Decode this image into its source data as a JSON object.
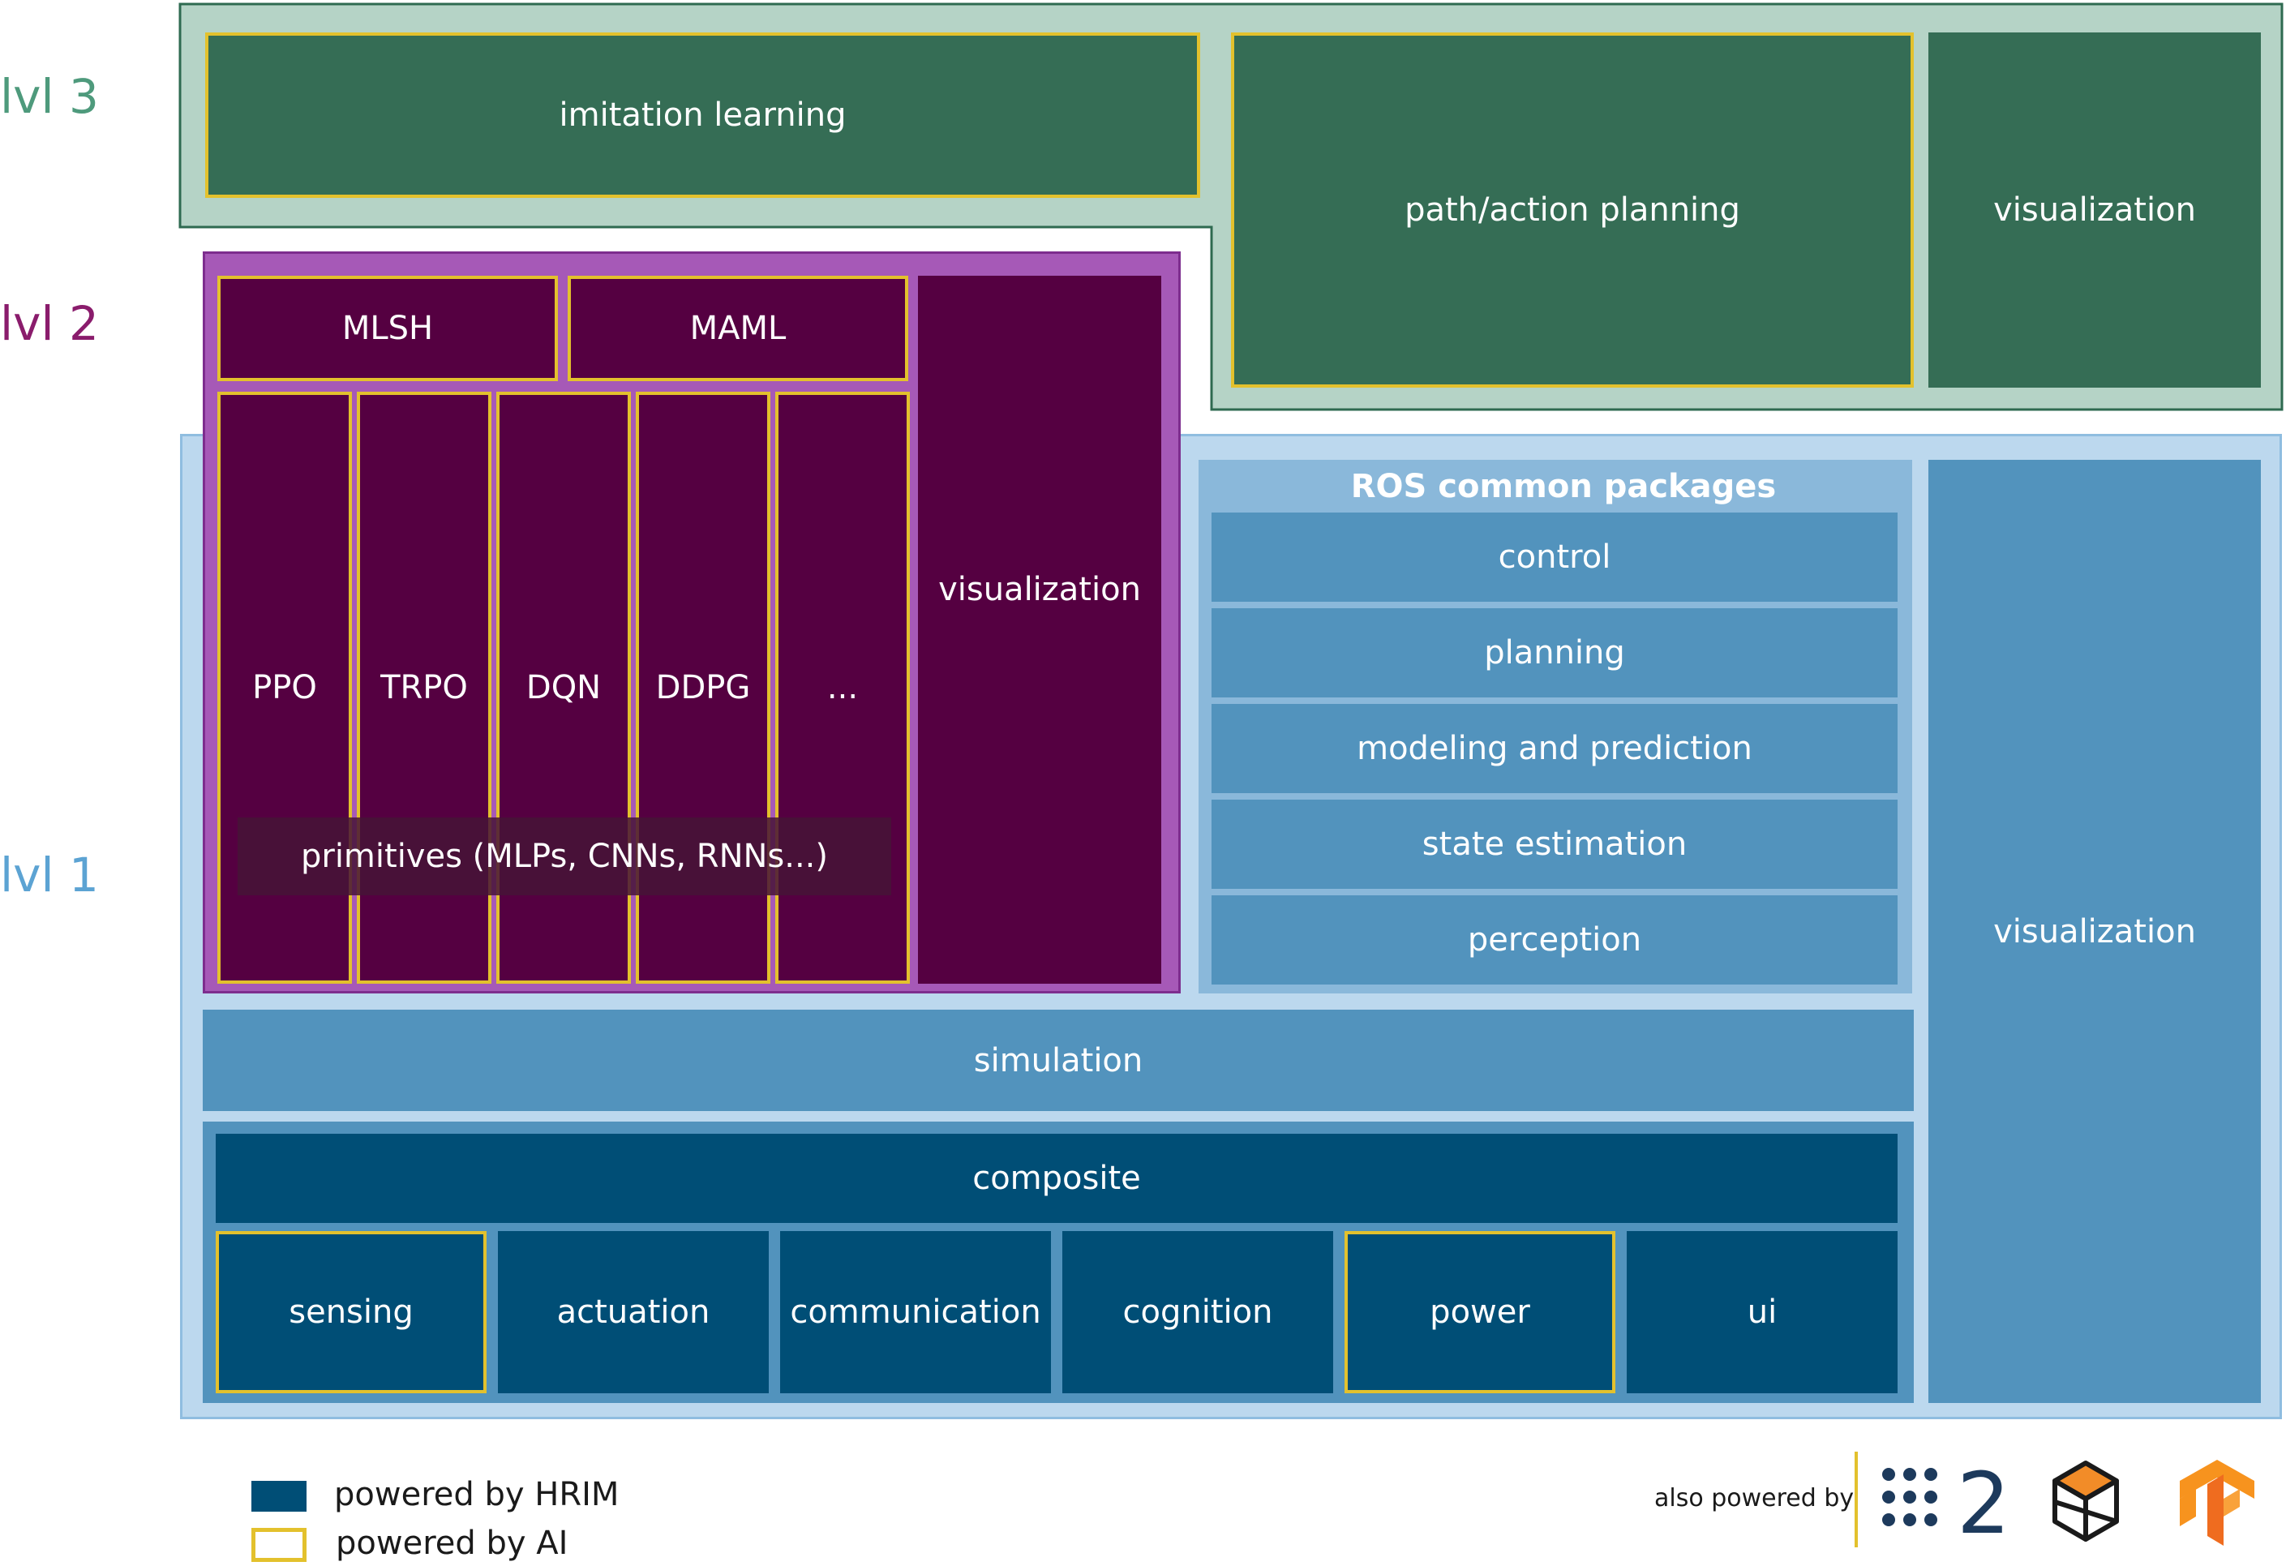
{
  "levels": {
    "lvl3": "lvl 3",
    "lvl2": "lvl 2",
    "lvl1": "lvl 1"
  },
  "lvl3": {
    "imitation_learning": "imitation learning",
    "path_action_planning": "path/action planning",
    "visualization": "visualization"
  },
  "lvl2": {
    "mlsh": "MLSH",
    "maml": "MAML",
    "algorithms": [
      "PPO",
      "TRPO",
      "DQN",
      "DDPG",
      "..."
    ],
    "primitives": "primitives (MLPs, CNNs, RNNs...)",
    "visualization": "visualization"
  },
  "lvl1": {
    "ros_title": "ROS common packages",
    "ros_packages": [
      "control",
      "planning",
      "modeling and prediction",
      "state estimation",
      "perception"
    ],
    "visualization": "visualization",
    "simulation": "simulation",
    "composite": "composite",
    "components": [
      "sensing",
      "actuation",
      "communication",
      "cognition",
      "power",
      "ui"
    ]
  },
  "legend": {
    "hrim": "powered by HRIM",
    "ai": "powered by AI"
  },
  "footer": {
    "also_powered_by": "also powered by",
    "ros2_numeral": "2"
  },
  "colors": {
    "lvl3_label": "#4e9a7c",
    "lvl2_label": "#8a1c6c",
    "lvl1_label": "#5ca3d3",
    "ai_border": "#e3c12d",
    "hrim": "#004e76"
  }
}
